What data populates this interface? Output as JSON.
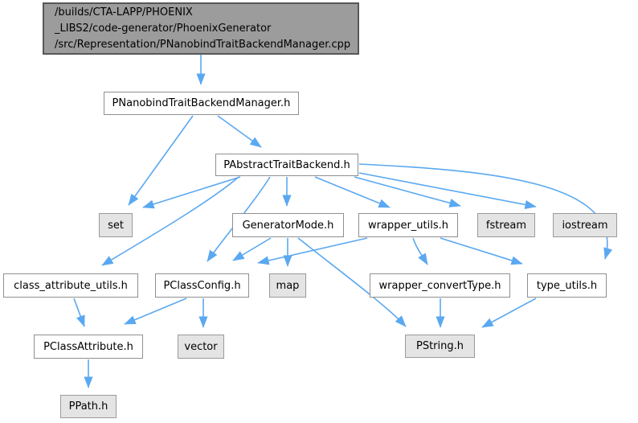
{
  "colors": {
    "edge": "#5aa8f0",
    "source_fill": "#9c9c9c",
    "header_fill": "#ffffff",
    "external_fill": "#e4e4e4",
    "node_border": "#8f8f8f"
  },
  "nodes": {
    "cpp": {
      "label": "/builds/CTA-LAPP/PHOENIX\n_LIBS2/code-generator/PhoenixGenerator\n/src/Representation/PNanobindTraitBackendManager.cpp",
      "type": "source"
    },
    "manager_h": {
      "label": "PNanobindTraitBackendManager.h",
      "type": "header"
    },
    "abstract_h": {
      "label": "PAbstractTraitBackend.h",
      "type": "header"
    },
    "set": {
      "label": "set",
      "type": "external"
    },
    "generatormode_h": {
      "label": "GeneratorMode.h",
      "type": "header"
    },
    "wrapper_utils_h": {
      "label": "wrapper_utils.h",
      "type": "header"
    },
    "fstream": {
      "label": "fstream",
      "type": "external"
    },
    "iostream": {
      "label": "iostream",
      "type": "external"
    },
    "class_attribute_utils_h": {
      "label": "class_attribute_utils.h",
      "type": "header"
    },
    "pclassconfig_h": {
      "label": "PClassConfig.h",
      "type": "header"
    },
    "map": {
      "label": "map",
      "type": "external"
    },
    "wrapper_converttype_h": {
      "label": "wrapper_convertType.h",
      "type": "header"
    },
    "type_utils_h": {
      "label": "type_utils.h",
      "type": "header"
    },
    "pclassattribute_h": {
      "label": "PClassAttribute.h",
      "type": "header"
    },
    "vector": {
      "label": "vector",
      "type": "external"
    },
    "pstring_h": {
      "label": "PString.h",
      "type": "external"
    },
    "ppath_h": {
      "label": "PPath.h",
      "type": "external"
    }
  },
  "edges": [
    {
      "from": "cpp",
      "to": "manager_h"
    },
    {
      "from": "manager_h",
      "to": "set"
    },
    {
      "from": "manager_h",
      "to": "abstract_h"
    },
    {
      "from": "abstract_h",
      "to": "set"
    },
    {
      "from": "abstract_h",
      "to": "class_attribute_utils_h"
    },
    {
      "from": "abstract_h",
      "to": "generatormode_h"
    },
    {
      "from": "abstract_h",
      "to": "pclassconfig_h"
    },
    {
      "from": "abstract_h",
      "to": "wrapper_utils_h"
    },
    {
      "from": "abstract_h",
      "to": "fstream"
    },
    {
      "from": "abstract_h",
      "to": "iostream"
    },
    {
      "from": "abstract_h",
      "to": "type_utils_h"
    },
    {
      "from": "generatormode_h",
      "to": "pclassconfig_h"
    },
    {
      "from": "generatormode_h",
      "to": "map"
    },
    {
      "from": "generatormode_h",
      "to": "pstring_h"
    },
    {
      "from": "wrapper_utils_h",
      "to": "pclassconfig_h"
    },
    {
      "from": "wrapper_utils_h",
      "to": "wrapper_converttype_h"
    },
    {
      "from": "wrapper_utils_h",
      "to": "type_utils_h"
    },
    {
      "from": "wrapper_converttype_h",
      "to": "pstring_h"
    },
    {
      "from": "type_utils_h",
      "to": "pstring_h"
    },
    {
      "from": "class_attribute_utils_h",
      "to": "pclassattribute_h"
    },
    {
      "from": "pclassconfig_h",
      "to": "pclassattribute_h"
    },
    {
      "from": "pclassconfig_h",
      "to": "vector"
    },
    {
      "from": "pclassattribute_h",
      "to": "ppath_h"
    }
  ]
}
